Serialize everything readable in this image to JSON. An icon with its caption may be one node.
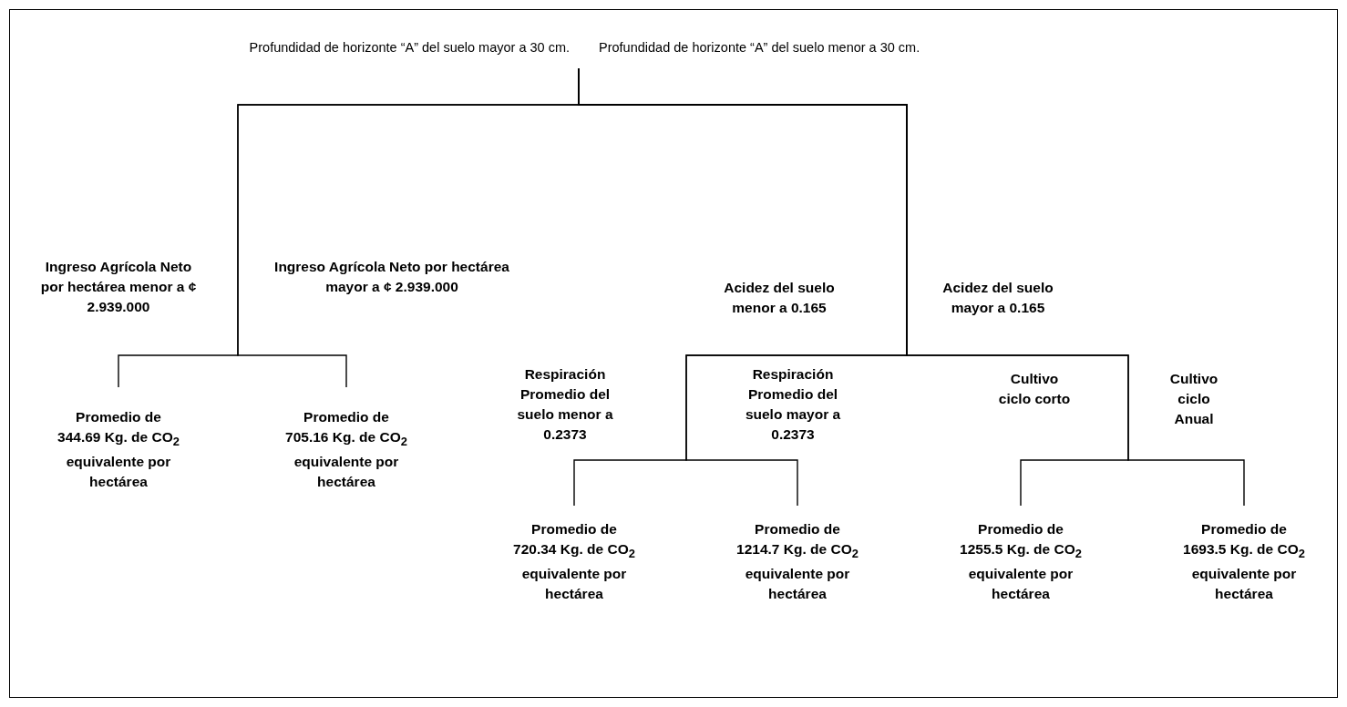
{
  "diagram": {
    "nodes": [
      {
        "text": [
          "Profundidad de horizonte “A” del suelo mayor a 30 cm."
        ]
      },
      {
        "text": [
          "Profundidad de horizonte “A” del suelo menor a 30 cm."
        ]
      },
      {
        "text": [
          "Ingreso Agrícola Neto por hectárea menor a ¢ 2.939.000"
        ]
      },
      {
        "text": [
          "Ingreso Agrícola Neto por hectárea mayor a ¢ 2.939.000"
        ]
      },
      {
        "text": [
          "Acidez del suelo menor a 0.165"
        ]
      },
      {
        "text": [
          "Acidez del suelo mayor a 0.165"
        ]
      },
      {
        "text": [
          "Promedio de 344.69 Kg. de CO$_{2}$ equivalente por hectárea"
        ]
      },
      {
        "text": [
          "Promedio de 705.16 Kg. de CO$_{2}$ equivalente por hectárea"
        ]
      },
      {
        "text": [
          "Respiración Promedio del suelo menor a 0.2373"
        ]
      },
      {
        "text": [
          "Respiración Promedio del suelo mayor a 0.2373"
        ]
      },
      {
        "text": [
          "Cultivo ciclo corto"
        ]
      },
      {
        "text": [
          "Cultivo ciclo Anual"
        ]
      },
      {
        "text": [
          "Promedio de 720.34 Kg. de CO$_{2}$ equivalente por hectárea"
        ]
      },
      {
        "text": [
          "Promedio de 1214.7 Kg. de CO$_{2}$ equivalente por hectárea"
        ]
      },
      {
        "text": [
          "Promedio de 1255.5 Kg. de CO$_{2}$ equivalente por hectárea"
        ]
      },
      {
        "text": [
          "Promedio de 1693.5 Kg. de CO$_{2}$ equivalente por hectárea"
        ]
      }
    ],
    "edges": [
      {
        "from": 0,
        "to": 6,
        "arrow": "none"
      },
      {
        "from": 0,
        "to": 7,
        "arrow": "none"
      },
      {
        "from": 1,
        "to": 12,
        "arrow": "none"
      },
      {
        "from": 1,
        "to": 13,
        "arrow": "none"
      },
      {
        "from": 1,
        "to": 14,
        "arrow": "none"
      },
      {
        "from": 1,
        "to": 15,
        "arrow": "none"
      }
    ]
  }
}
